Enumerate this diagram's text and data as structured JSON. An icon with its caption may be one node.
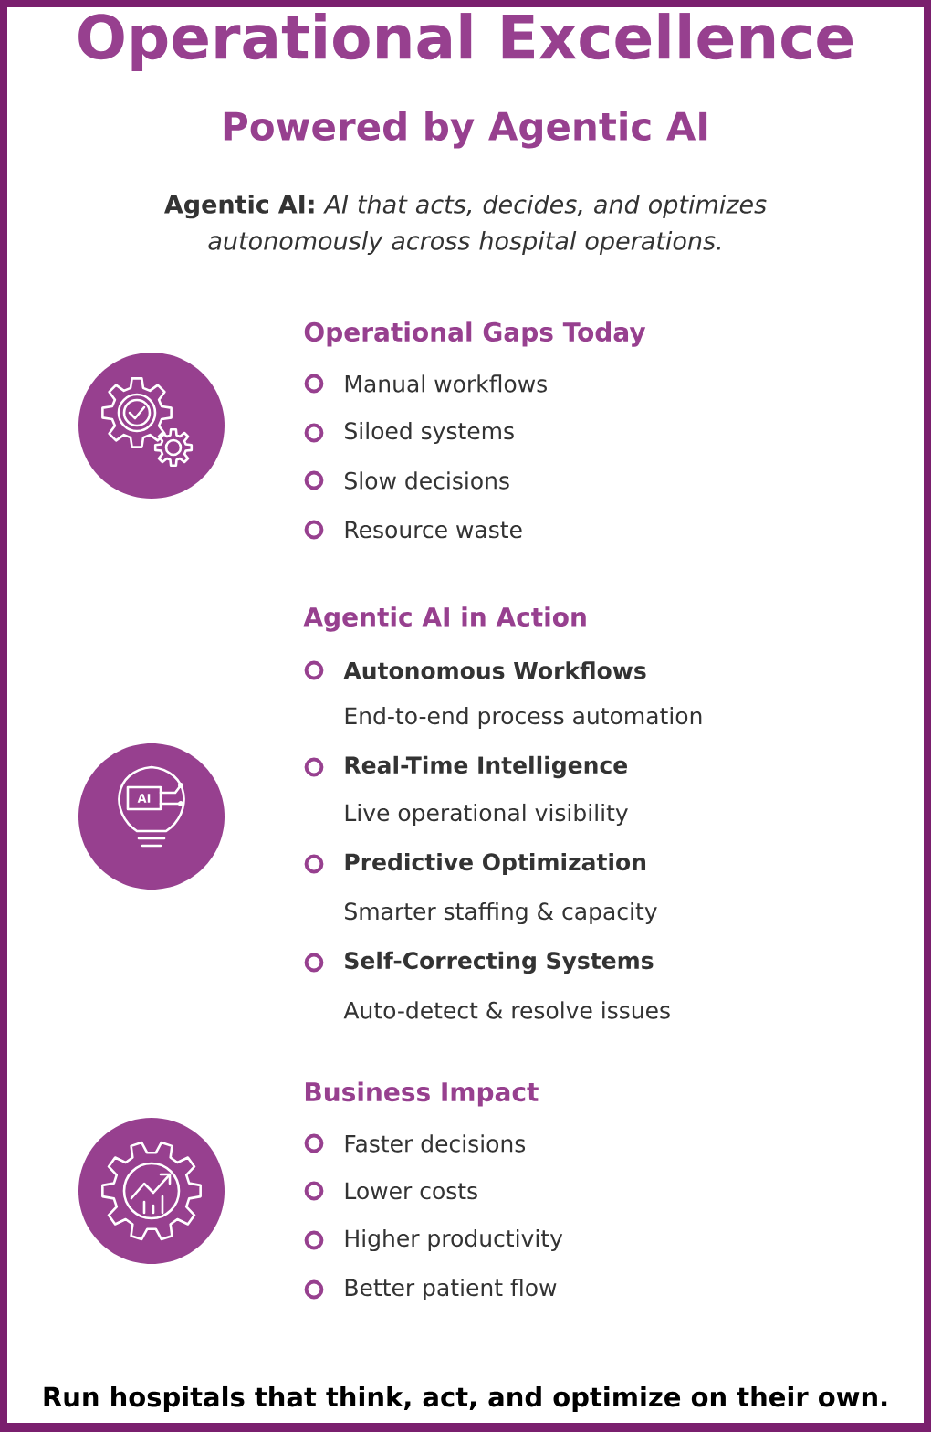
{
  "diagram": {
    "title": "Operational Excellence",
    "caption": "Run hospitals that think, act, and optimize on their own.",
    "labels": [
      "Powered by Agentic AI",
      "**Agentic AI:** *AI that acts, decides, and optimizes autonomously across hospital operations.*",
      "Operational Gaps Today",
      "Manual workflows",
      "Siloed systems",
      "Slow decisions",
      "Resource waste",
      "Agentic AI in Action",
      "Autonomous Workflows",
      "End-to-end process automation",
      "Real-Time Intelligence",
      "Live operational visibility",
      "Predictive Optimization",
      "Smarter staffing & capacity",
      "Self-Correcting Systems",
      "Auto-detect & resolve issues",
      "Business Impact",
      "Faster decisions",
      "Lower costs",
      "Higher productivity",
      "Better patient flow",
      "AI"
    ]
  }
}
